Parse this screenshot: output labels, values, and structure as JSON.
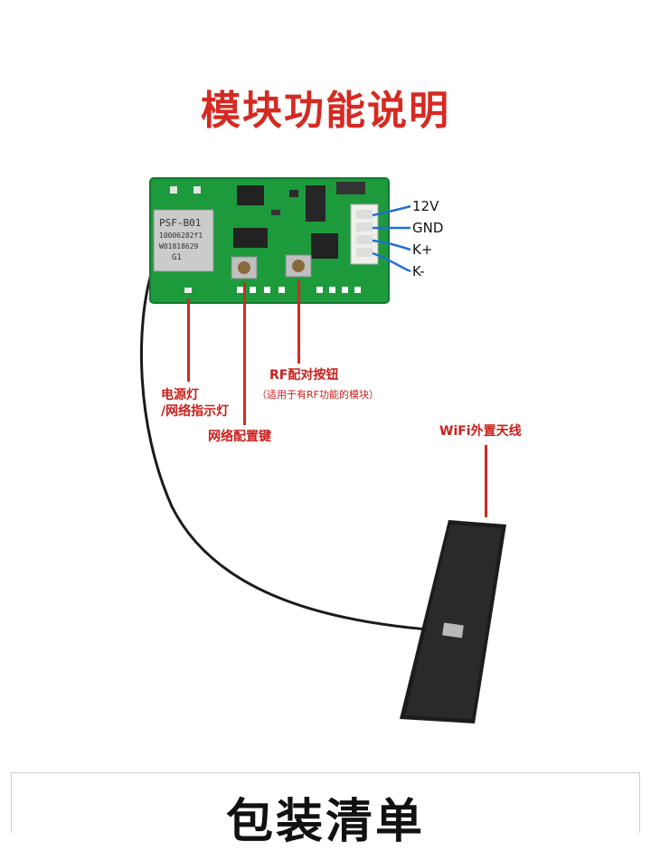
{
  "title": "模块功能说明",
  "module": {
    "marking_line1": "PSF-B01",
    "marking_line2": "10006282f1",
    "marking_line3": "W01818629",
    "marking_line4": "G1"
  },
  "pins": [
    "12V",
    "GND",
    "K+",
    "K-"
  ],
  "labels": {
    "led_line1": "电源灯",
    "led_line2": "/网络指示灯",
    "network_key": "网络配置键",
    "rf_title": "RF配对按钮",
    "rf_note": "（适用于有RF功能的模块）",
    "antenna": "WiFi外置天线"
  },
  "footer_title": "包装清单",
  "colors": {
    "accent": "#d42a22",
    "pcb": "#1c9a3c",
    "antenna": "#1a1a1a"
  }
}
